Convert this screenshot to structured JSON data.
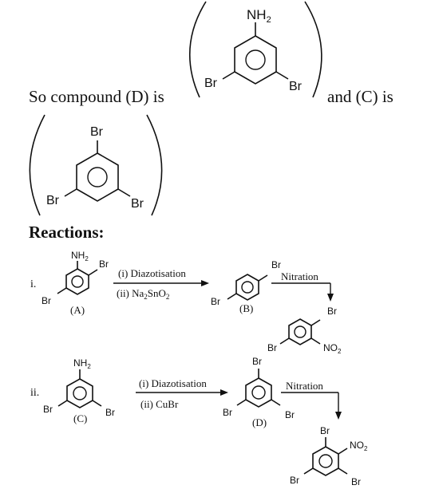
{
  "intro": {
    "prefix": "So compound (D) is",
    "middle": "and (C) is"
  },
  "section_title": "Reactions:",
  "labels": {
    "nh2": "NH",
    "no2": "NO",
    "sub2": "2",
    "br": "Br"
  },
  "reaction_i": {
    "numeral": "i.",
    "reagent_top": "(i) Diazotisation",
    "reagent_bottom_pre": "(ii) Na",
    "reagent_bottom_sub1": "2",
    "reagent_bottom_mid": "SnO",
    "reagent_bottom_sub2": "2",
    "compound_a": "(A)",
    "compound_b": "(B)",
    "step2": "Nitration"
  },
  "reaction_ii": {
    "numeral": "ii.",
    "reagent_top": "(i) Diazotisation",
    "reagent_bottom": "(ii) CuBr",
    "compound_c": "(C)",
    "compound_d": "(D)",
    "step2": "Nitration"
  }
}
